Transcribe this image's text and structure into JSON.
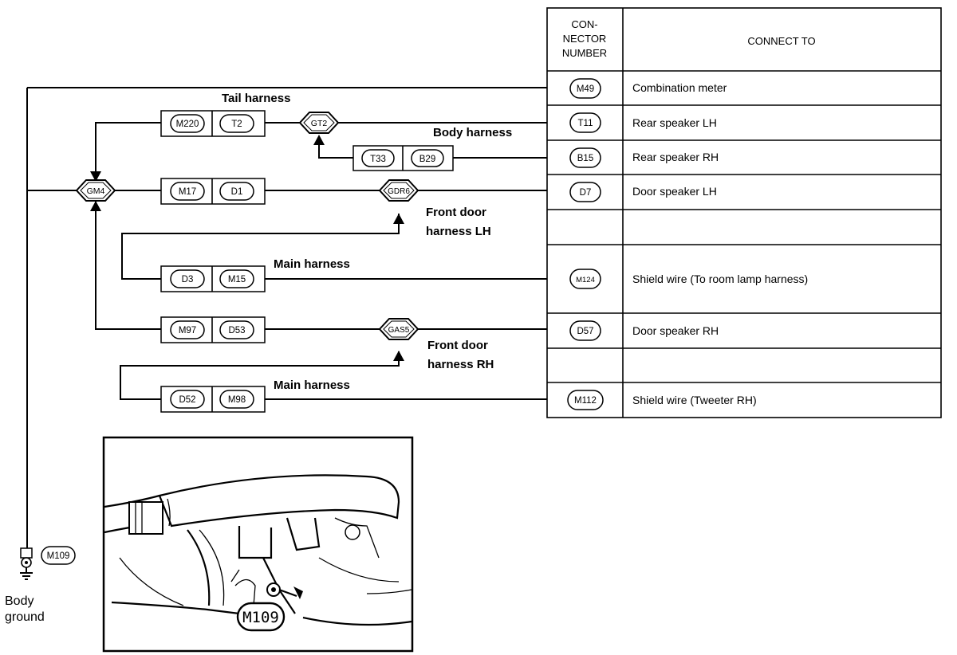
{
  "table": {
    "header_connector": [
      "CON-",
      "NECTOR",
      "NUMBER"
    ],
    "header_connect_to": "CONNECT TO",
    "rows": [
      {
        "connector": "M49",
        "connect_to": "Combination meter"
      },
      {
        "connector": "T11",
        "connect_to": "Rear speaker LH"
      },
      {
        "connector": "B15",
        "connect_to": "Rear speaker RH"
      },
      {
        "connector": "D7",
        "connect_to": "Door speaker LH"
      },
      {
        "connector": "",
        "connect_to": ""
      },
      {
        "connector": "M124",
        "connect_to": "Shield wire (To room lamp harness)"
      },
      {
        "connector": "D57",
        "connect_to": "Door speaker RH"
      },
      {
        "connector": "",
        "connect_to": ""
      },
      {
        "connector": "M112",
        "connect_to": "Shield wire (Tweeter RH)"
      }
    ]
  },
  "harness_labels": {
    "tail": "Tail harness",
    "body": "Body harness",
    "front_door_lh": [
      "Front door",
      "harness LH"
    ],
    "main_1": "Main harness",
    "front_door_rh": [
      "Front door",
      "harness RH"
    ],
    "main_2": "Main harness"
  },
  "connector_pairs": [
    {
      "left": "M220",
      "right": "T2"
    },
    {
      "left": "T33",
      "right": "B29"
    },
    {
      "left": "M17",
      "right": "D1"
    },
    {
      "left": "D3",
      "right": "M15"
    },
    {
      "left": "M97",
      "right": "D53"
    },
    {
      "left": "D52",
      "right": "M98"
    }
  ],
  "joints": {
    "gm4": "GM4",
    "gt2": "GT2",
    "gdr6": "GDR6",
    "gas5": "GAS5"
  },
  "ground": {
    "connector": "M109",
    "label": [
      "Body",
      "ground"
    ],
    "icon": "ground-icon"
  },
  "inset": {
    "callout": "M109"
  }
}
